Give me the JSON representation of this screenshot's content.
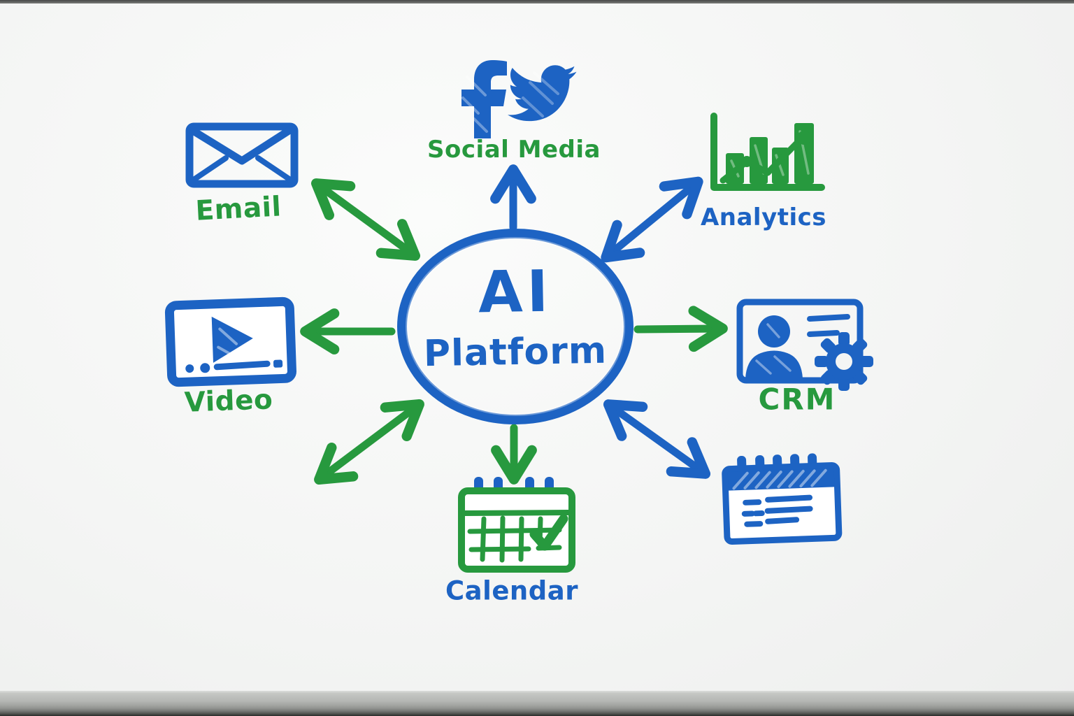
{
  "board": {
    "kind": "whiteboard diagram",
    "background": "#f4f5f4",
    "top_edge_color": "#5f615f",
    "tray_color": "#a2a4a1"
  },
  "palette": {
    "marker_blue": "#1d63c3",
    "marker_green": "#27993e"
  },
  "center": {
    "title_line1": "AI",
    "title_line2": "Platform",
    "color": "#1d63c3",
    "shape": "hand-drawn circle"
  },
  "nodes": [
    {
      "id": "social-media",
      "label": "Social Media",
      "label_color": "#27993e",
      "icons": [
        "facebook-icon",
        "twitter-bird-icon"
      ],
      "position": "top"
    },
    {
      "id": "analytics",
      "label": "Analytics",
      "label_color": "#1d63c3",
      "icons": [
        "bar-chart-icon"
      ],
      "position": "top-right"
    },
    {
      "id": "crm",
      "label": "CRM",
      "label_color": "#27993e",
      "icons": [
        "contact-card-icon",
        "gear-icon"
      ],
      "position": "right"
    },
    {
      "id": "schedule-calendar",
      "label": "",
      "label_color": "",
      "icons": [
        "notes-calendar-icon"
      ],
      "position": "bottom-right"
    },
    {
      "id": "calendar",
      "label": "Calendar",
      "label_color": "#1d63c3",
      "icons": [
        "grid-calendar-check-icon"
      ],
      "position": "bottom"
    },
    {
      "id": "video",
      "label": "Video",
      "label_color": "#27993e",
      "icons": [
        "video-player-icon"
      ],
      "position": "left"
    },
    {
      "id": "email",
      "label": "Email",
      "label_color": "#27993e",
      "icons": [
        "envelope-icon"
      ],
      "position": "top-left"
    }
  ],
  "edges": [
    {
      "from": "ai-platform",
      "to": "social-media",
      "color": "blue",
      "double_headed": false
    },
    {
      "from": "ai-platform",
      "to": "analytics",
      "color": "blue",
      "double_headed": true
    },
    {
      "from": "ai-platform",
      "to": "crm",
      "color": "green",
      "double_headed": false
    },
    {
      "from": "ai-platform",
      "to": "schedule-calendar",
      "color": "blue",
      "double_headed": true
    },
    {
      "from": "ai-platform",
      "to": "calendar",
      "color": "green",
      "double_headed": false
    },
    {
      "from": "ai-platform",
      "to": "bottom-left-space",
      "color": "green",
      "double_headed": true
    },
    {
      "from": "ai-platform",
      "to": "video",
      "color": "green",
      "double_headed": false
    },
    {
      "from": "ai-platform",
      "to": "email",
      "color": "green",
      "double_headed": true
    }
  ]
}
